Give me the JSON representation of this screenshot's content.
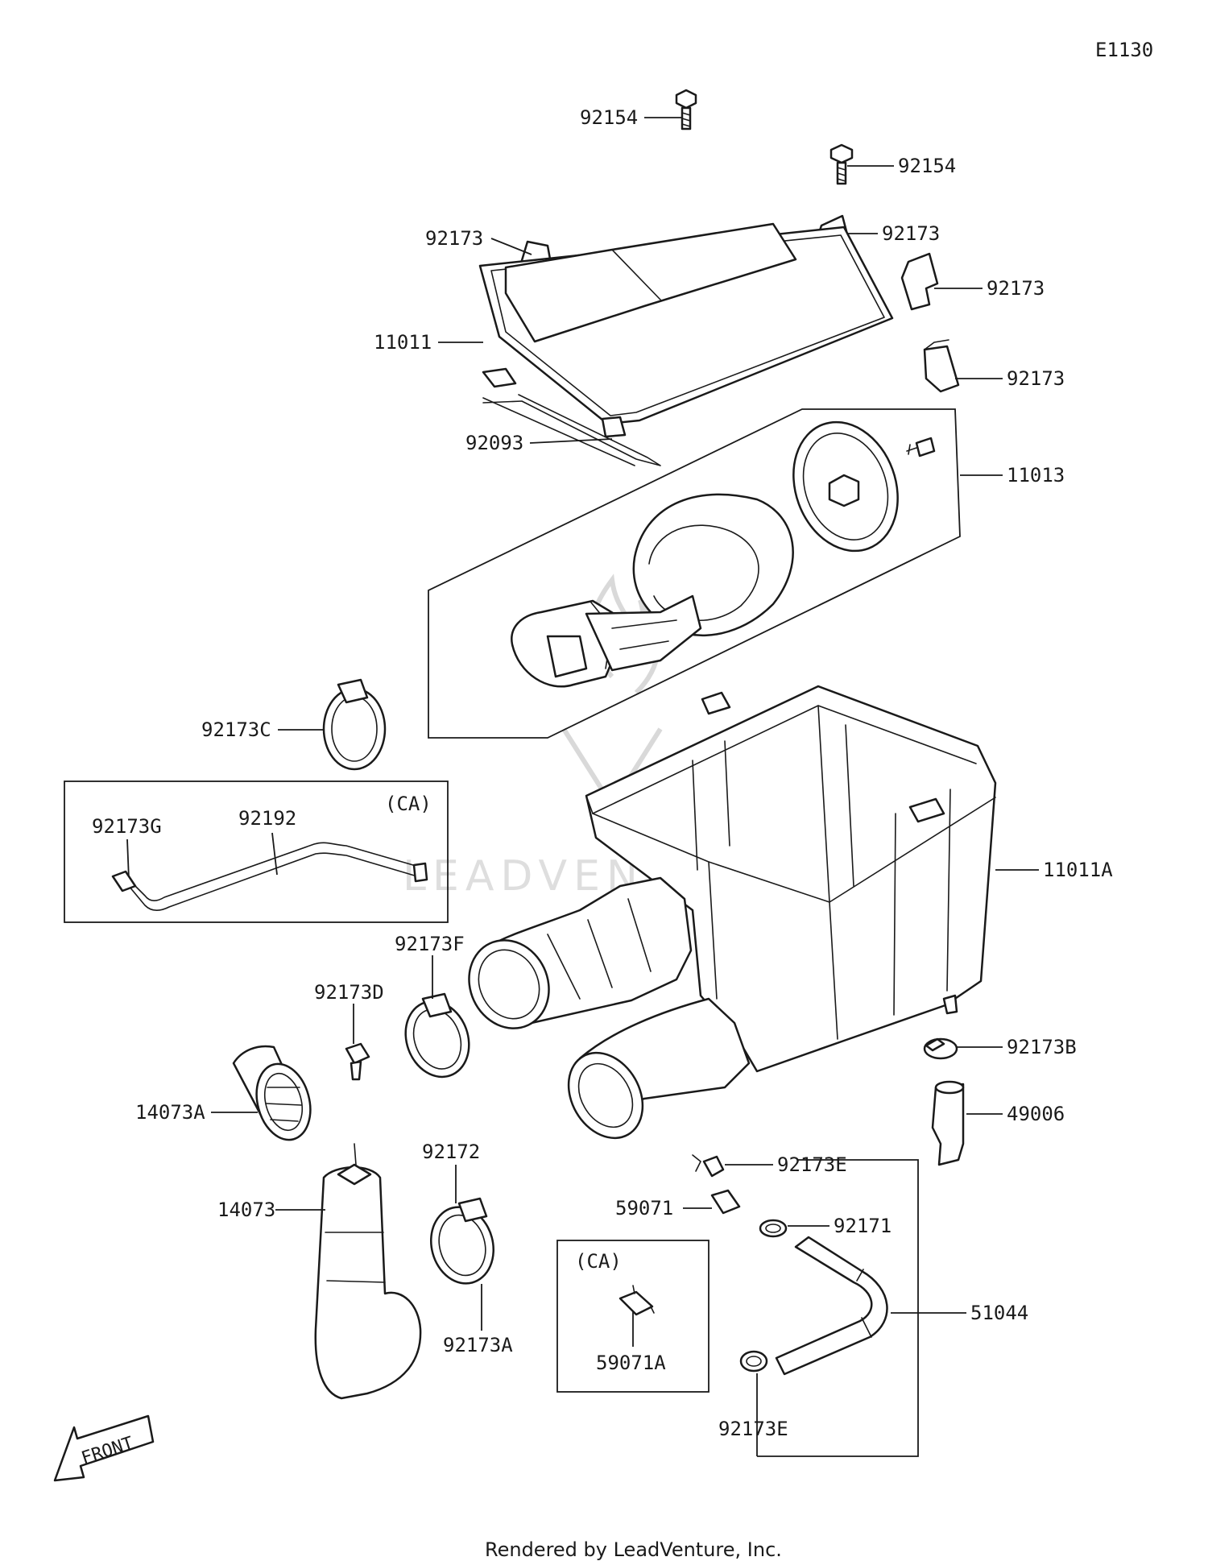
{
  "diagram_code": "E1130",
  "footer": "Rendered by LeadVenture, Inc.",
  "watermark": "LEADVENTURE",
  "front_arrow_label": "FRONT",
  "group_labels": {
    "ca_top": "(CA)",
    "ca_bottom": "(CA)"
  },
  "callouts": {
    "c92154_a": "92154",
    "c92154_b": "92154",
    "c92173_a": "92173",
    "c92173_b": "92173",
    "c92173_c": "92173",
    "c92173_d": "92173",
    "c11011": "11011",
    "c92093": "92093",
    "c11013": "11013",
    "c92173C": "92173C",
    "c92173G": "92173G",
    "c92192": "92192",
    "c11011A": "11011A",
    "c92173F": "92173F",
    "c92173D": "92173D",
    "c14073A": "14073A",
    "c92173B": "92173B",
    "c49006": "49006",
    "c92172": "92172",
    "c92173E_a": "92173E",
    "c59071": "59071",
    "c92171": "92171",
    "c14073": "14073",
    "c51044": "51044",
    "c92173A": "92173A",
    "c59071A": "59071A",
    "c92173E_b": "92173E"
  }
}
